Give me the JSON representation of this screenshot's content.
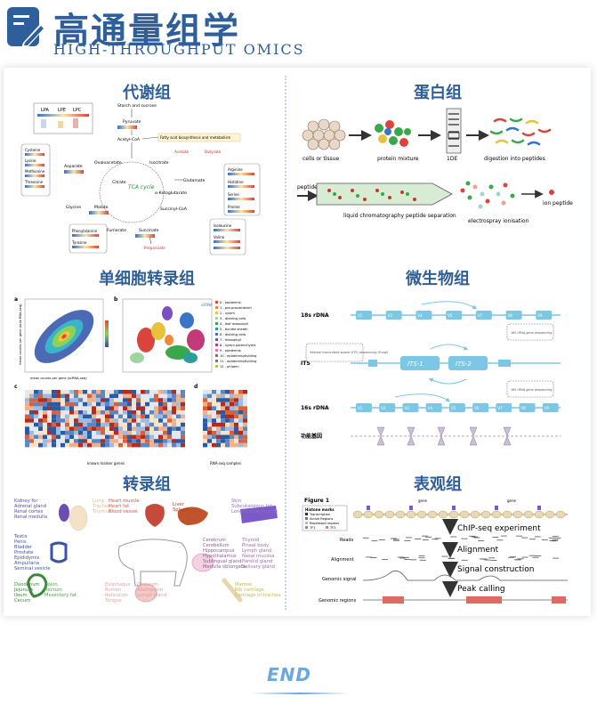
{
  "brand": {
    "name_cn": "高通量组学",
    "name_en": "HIGH-THROUGHPUT OMICS"
  },
  "colors": {
    "brand": "#2e5f9b",
    "title": "#2f5f96",
    "accent": "#6aa8e0"
  },
  "sections": {
    "metabolome": {
      "title": "代谢组",
      "labels": {
        "lpa": "LPA",
        "lpe": "LPE",
        "lpc": "LPC",
        "starch": "Starch and sucrose",
        "pyruvate": "Pyruvate",
        "acetyl": "Acetyl-CoA",
        "fatty": "Fatty acid biosynthesis and metabolism",
        "citrate": "Citrate",
        "oxalo": "Oxaloacetate",
        "tca": "TCA cycle",
        "isocitrate": "Isocitrate",
        "aketo": "α-Ketoglutarate",
        "malate": "Malate",
        "fumarate": "Fumarate",
        "succinate": "Succinate",
        "succcoa": "Succinyl-CoA",
        "glutamate": "Glutamate",
        "cysteine": "Cysteine",
        "lysine": "Lysine",
        "methionine": "Methionine",
        "threonine": "Threonine",
        "asparate": "Asparate",
        "glycine": "Glycine",
        "serine": "Serine",
        "phenyl": "Phenylalanine",
        "tyrosine": "Tyrosine",
        "arginine": "Arginine",
        "histidine": "Histidine",
        "proline": "Proline",
        "isoleucine": "Isoleucine",
        "valine": "Valine",
        "propanoate": "Propanoate",
        "acetate": "Acetate",
        "butyrate": "Butyrate"
      }
    },
    "proteome": {
      "title": "蛋白组",
      "labels": {
        "cells": "cells or tissue",
        "mixture": "protein mixture",
        "gel": "1DE",
        "digestion": "digestion into peptides",
        "peptide_mix": "peptide mixture",
        "lc": "liquid chromatography peptide separation",
        "esi": "electrospray ionisation",
        "ion": "ion peptide"
      }
    },
    "single_cell": {
      "title": "单细胞转录组",
      "labels": {
        "a": "a",
        "b": "b",
        "c": "c",
        "d": "d",
        "xaxis_a": "mean counts per gene (scRNA-seq)",
        "yaxis_a": "mean counts per gene (bulk RNA-seq)",
        "xaxis_c": "known marker genes",
        "xaxis_d": "RNA-seq samples",
        "legend_tag": "scRNA"
      },
      "legend_items": [
        "0 - epidermis",
        "1 - pre-procambium",
        "2 - xylem",
        "3 - dividing cells",
        "4 - leaf mesophyll",
        "5 - bundle sheath",
        "6 - dividing cells",
        "7 - mesophyll",
        "8 - xylem parenchyma",
        "9 - epidermis",
        "10 - epidermis/dividing",
        "11 - epidermis/dividing",
        "12 - phloem"
      ]
    },
    "microbiome": {
      "title": "微生物组",
      "labels": {
        "r18": "18s rDNA",
        "its": "ITS",
        "r16": "16s rDNA",
        "func": "功能基因",
        "its1": "ITS-1",
        "its2": "ITS-2",
        "note_18s": "18S rRNA gene sequencing",
        "note_its": "Internal transcribed spacer (ITS) sequencing (Fungi)",
        "note_16s": "16S rRNA gene sequencing"
      },
      "regions_18s": [
        "V1",
        "V2",
        "V4",
        "V5",
        "V7",
        "V8",
        "V9"
      ],
      "regions_16s": [
        "V1",
        "V2",
        "V3",
        "V4",
        "V5",
        "V6",
        "V7",
        "V8",
        "V9"
      ]
    },
    "transcriptome": {
      "title": "转录组",
      "tissue_groups": [
        {
          "text": "Kidney for\nAdrenal gland\nRenal cortex\nRenal medulla",
          "color": "#5b4aa0"
        },
        {
          "text": "Lung\nTrachea\nThymus",
          "color": "#e7b88a"
        },
        {
          "text": "Heart muscle\nHeart fat\nBlood vessel",
          "color": "#d9534f"
        },
        {
          "text": "Liver\nSpleen",
          "color": "#c0392b"
        },
        {
          "text": "Skin\nSubcutaneous fat\nLongissimus muscle",
          "color": "#8e6cc8"
        },
        {
          "text": "Testis\nPenis\nBladder\nProstate\nEpididymis\nAmpullaria\nSeminal vesicle",
          "color": "#3d52a8"
        },
        {
          "text": "Cerebrum\nCerebellum\nHippocampus\nHypothalamus\nSublingual gland\nMedulla oblongata",
          "color": "#8e5a9a"
        },
        {
          "text": "Thyroid\nPineal body\nLymph gland\nNasal mucosa\nParotid gland\nSalivary gland",
          "color": "#9a6eb0"
        },
        {
          "text": "Duodenum\nJejunum\nIleum\nCecum",
          "color": "#3a8a3a"
        },
        {
          "text": "Colon\nRectum\nMesentery fat",
          "color": "#4aa84a"
        },
        {
          "text": "Esophagus\nRumen\nReticulum\nTongue",
          "color": "#e6a2a2"
        },
        {
          "text": "Omasum\nAbomasum\nLymph gland",
          "color": "#e89a9a"
        },
        {
          "text": "Marrow\nRib cartilage\nCartilage of trachea",
          "color": "#c9b84a"
        }
      ]
    },
    "epigenome": {
      "title": "表观组",
      "labels": {
        "figure": "Figure 1",
        "histone": "Histone marks",
        "k1": "Transcription",
        "k2": "Active Regions",
        "k3": "Repressed regions",
        "k4": "TF1",
        "k5": "TF2",
        "gene": "gene",
        "chip": "ChIP-seq experiment",
        "reads": "Reads",
        "align_step": "Alignment",
        "align_row": "Alignment",
        "signal": "Signal construction",
        "gsignal": "Genomic signal",
        "peak": "Peak calling",
        "regions": "Genomic regions"
      }
    }
  },
  "footer": {
    "end": "END"
  }
}
